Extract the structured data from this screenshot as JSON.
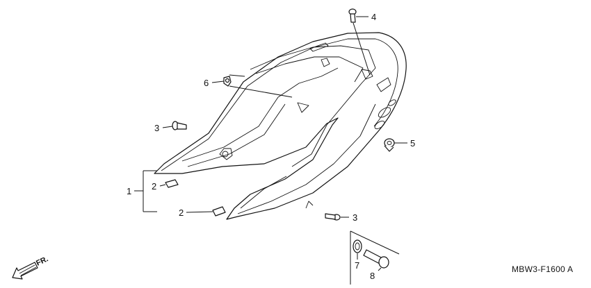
{
  "callouts": [
    {
      "id": "c1",
      "text": "1"
    },
    {
      "id": "c2a",
      "text": "2"
    },
    {
      "id": "c2b",
      "text": "2"
    },
    {
      "id": "c3a",
      "text": "3"
    },
    {
      "id": "c3b",
      "text": "3"
    },
    {
      "id": "c4",
      "text": "4"
    },
    {
      "id": "c5",
      "text": "5"
    },
    {
      "id": "c6",
      "text": "6"
    },
    {
      "id": "c7",
      "text": "7"
    },
    {
      "id": "c8",
      "text": "8"
    }
  ],
  "front_arrow_label": "FR.",
  "diagram_code": "MBW3-F1600 A"
}
